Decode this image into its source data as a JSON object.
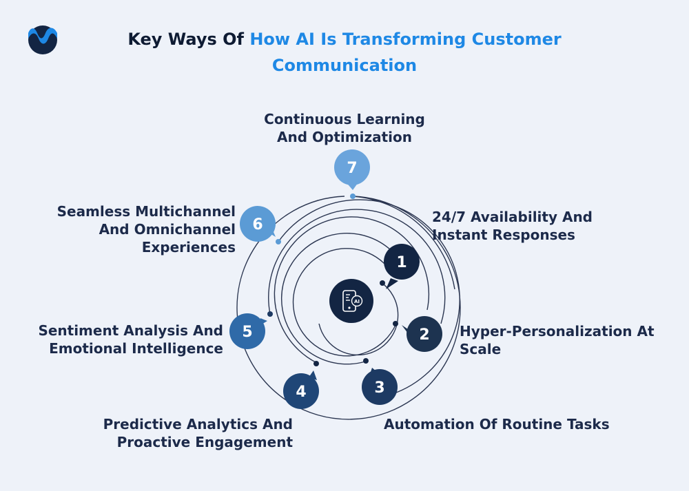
{
  "title": {
    "part1": "Key Ways Of ",
    "accent": "How AI Is Transforming Customer",
    "line2": "Communication"
  },
  "colors": {
    "dark_navy": "#132543",
    "navy": "#1d3a63",
    "blue": "#2f6aa8",
    "light_blue": "#5b9bd5",
    "accent_text": "#1e88e5"
  },
  "center_icon": {
    "name": "ai-phone-icon",
    "text": "AI"
  },
  "steps": [
    {
      "number": "1",
      "label_lines": [
        "24/7 Availability And",
        "Instant Responses"
      ]
    },
    {
      "number": "2",
      "label_lines": [
        "Hyper-Personalization At",
        "Scale"
      ]
    },
    {
      "number": "3",
      "label_lines": [
        "Automation Of Routine Tasks"
      ]
    },
    {
      "number": "4",
      "label_lines": [
        "Predictive Analytics And",
        "Proactive Engagement"
      ]
    },
    {
      "number": "5",
      "label_lines": [
        "Sentiment Analysis And",
        "Emotional Intelligence"
      ]
    },
    {
      "number": "6",
      "label_lines": [
        "Seamless Multichannel",
        "And Omnichannel",
        "Experiences"
      ]
    },
    {
      "number": "7",
      "label_lines": [
        "Continuous Learning",
        "And Optimization"
      ]
    }
  ]
}
